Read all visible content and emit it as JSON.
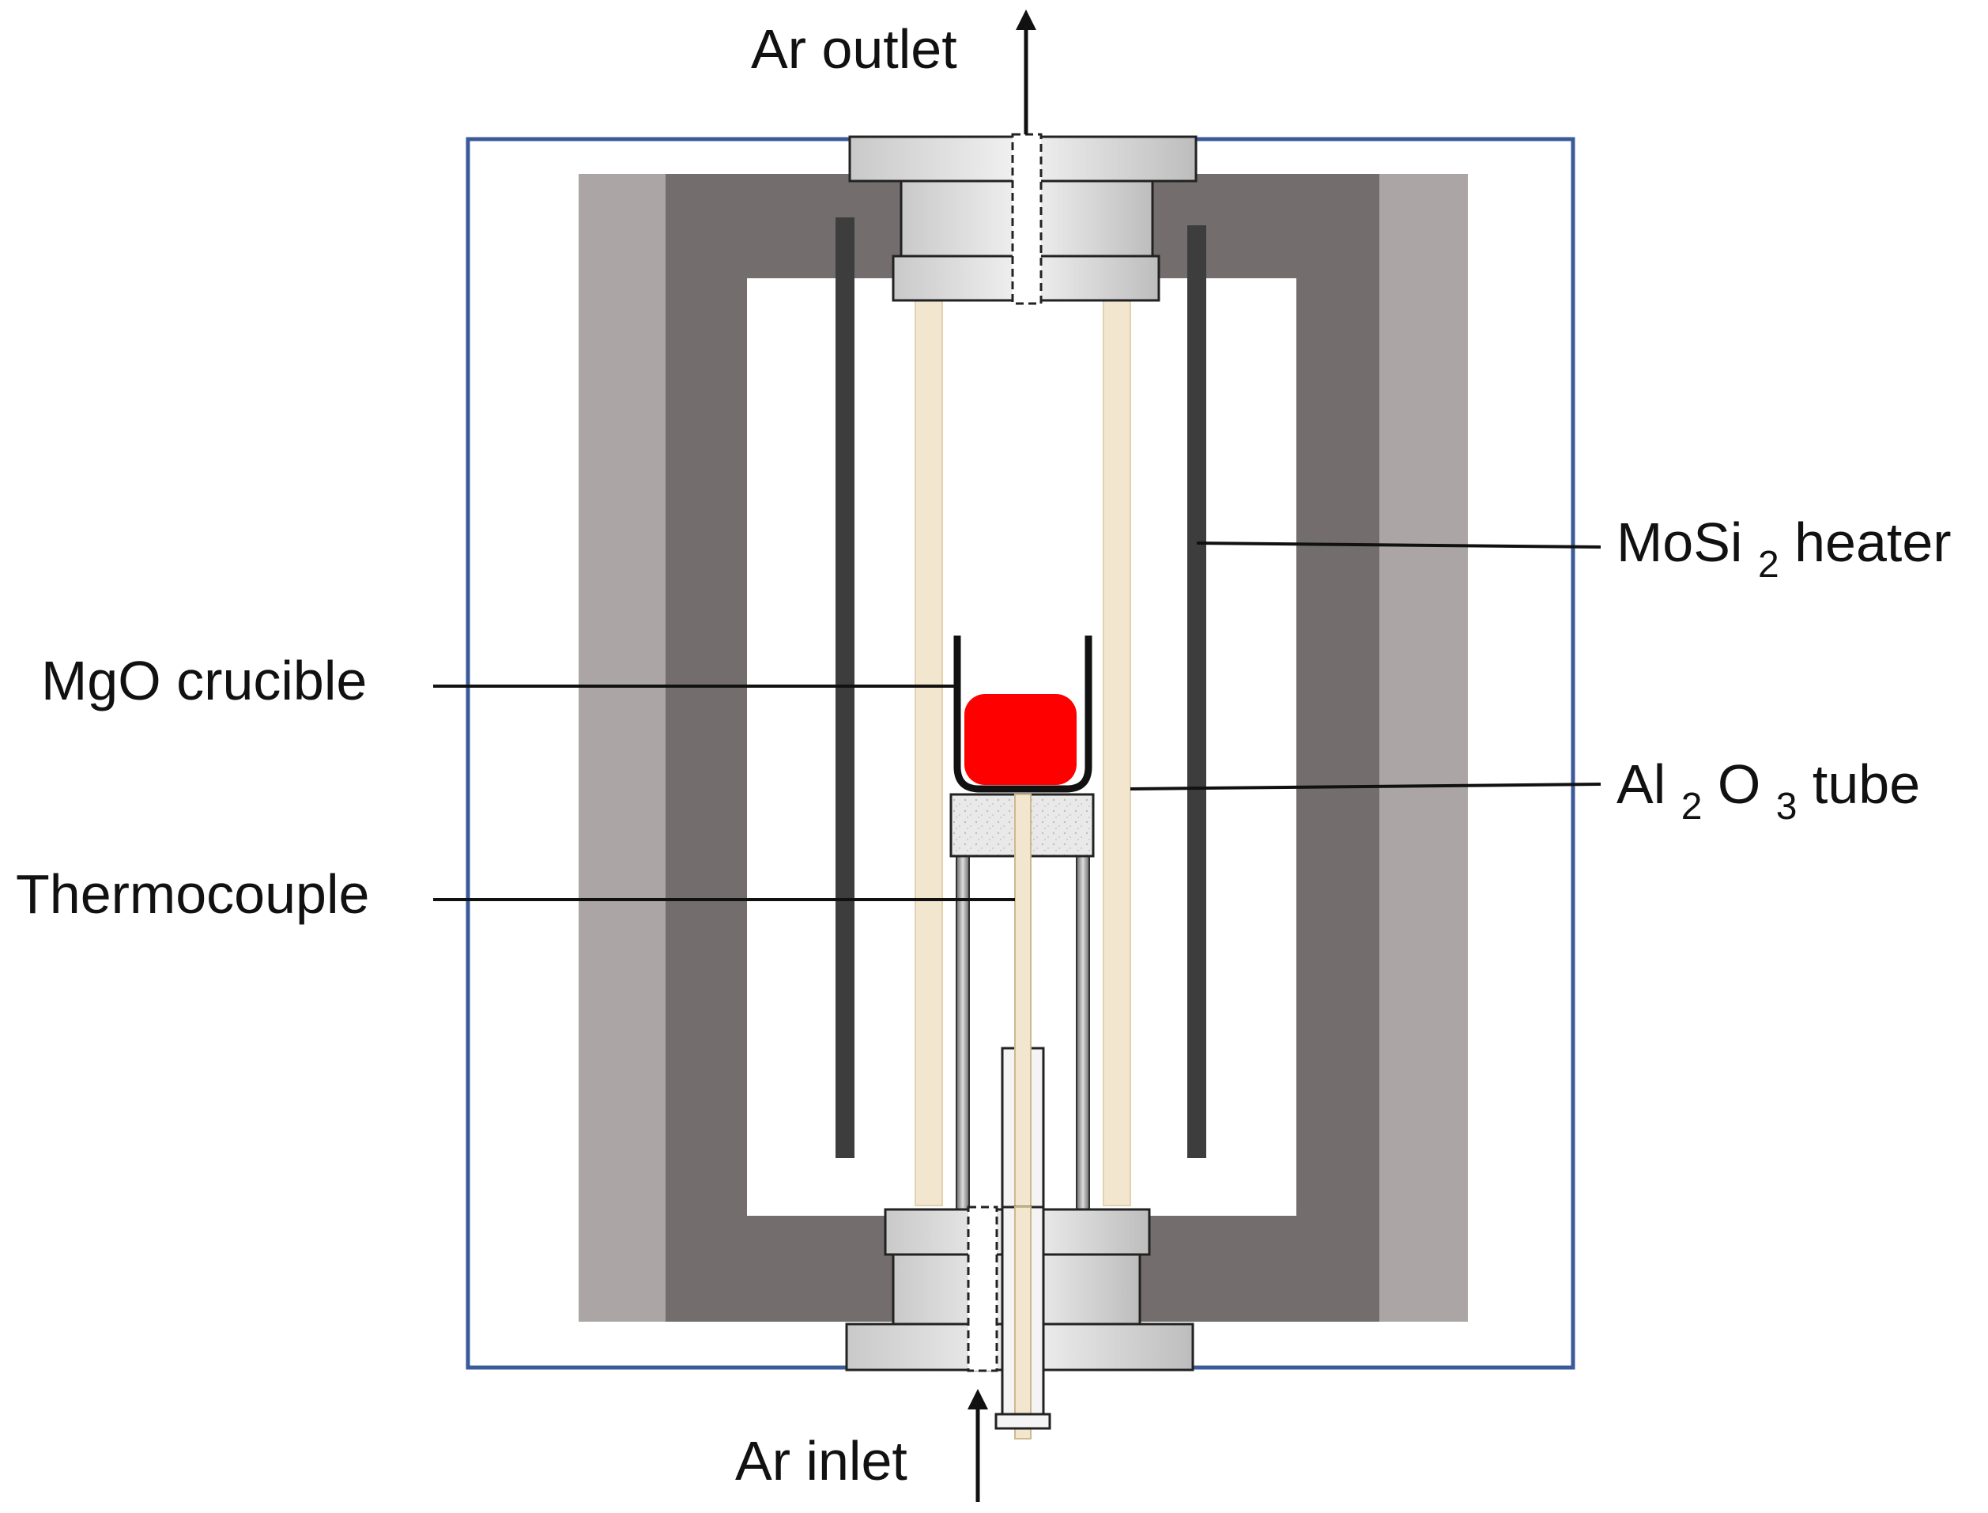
{
  "labels": {
    "ar_outlet": "Ar outlet",
    "ar_inlet": "Ar inlet",
    "heater": {
      "pre": "MoSi",
      "sub": "2",
      "post": " heater"
    },
    "crucible": "MgO crucible",
    "tube": {
      "a": "Al",
      "a_sub": "2",
      "b": "O",
      "b_sub": "3",
      "post": " tube"
    },
    "thermocouple": "Thermocouple"
  },
  "colors": {
    "frame": "#3a5a9a",
    "outer_insulation": "#aba6a5",
    "inner_insulation": "#736e6d",
    "heater_rod": "#3d3d3d",
    "alumina_tube": "#f2e6cf",
    "flange": "#d6d6d6",
    "sample": "#ff0000",
    "crucible": "#111111",
    "support_block": "#e8e8e8"
  }
}
